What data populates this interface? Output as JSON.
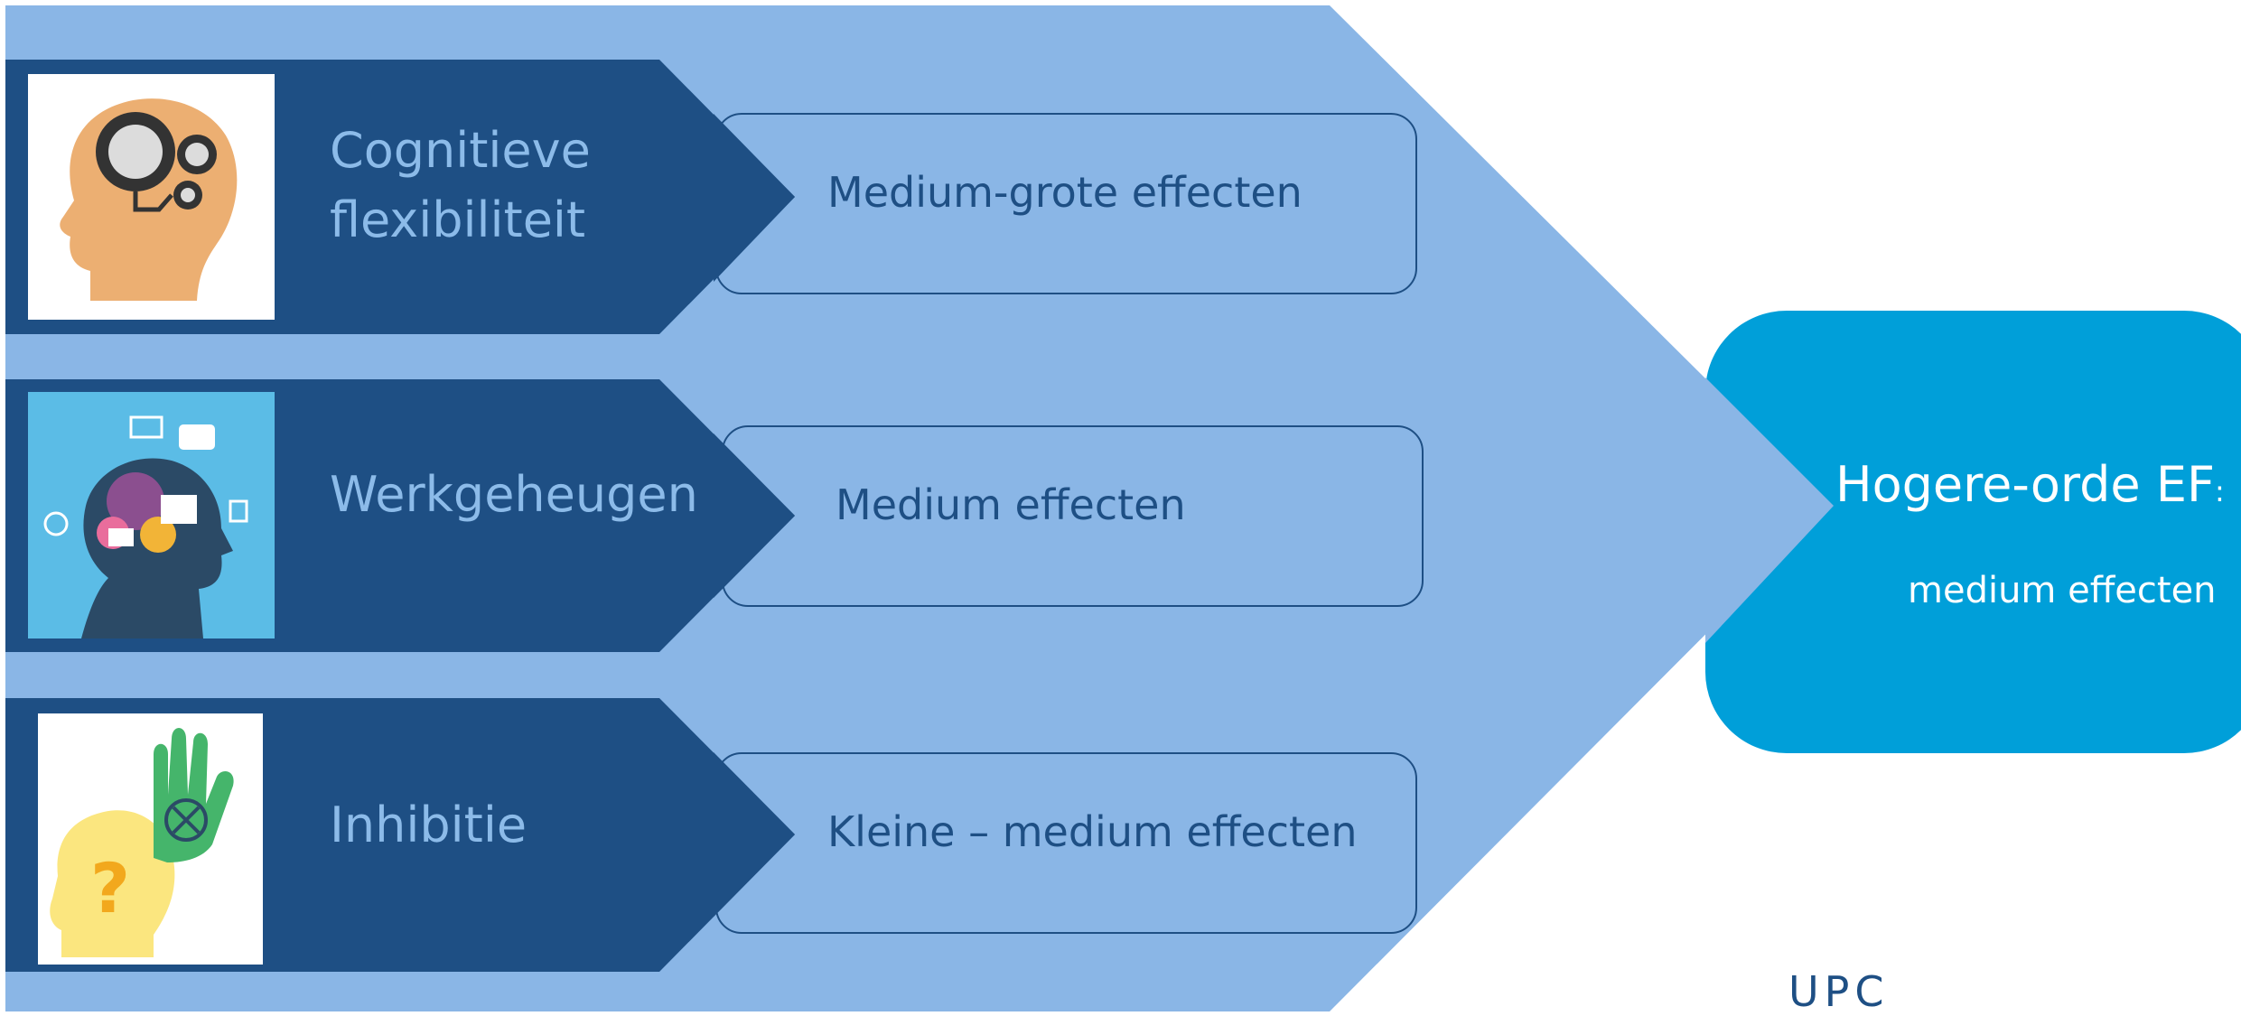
{
  "rows": [
    {
      "label": "Cognitieve flexibiliteit",
      "effect": "Medium-grote effecten",
      "icon": "head-gears-icon"
    },
    {
      "label": "Werkgeheugen",
      "effect": "Medium effecten",
      "icon": "head-working-memory-icon"
    },
    {
      "label": "Inhibitie",
      "effect": "Kleine – medium effecten",
      "icon": "head-stop-hand-icon"
    }
  ],
  "result": {
    "title": "Hogere-orde EF",
    "colon": ":",
    "subtitle": "medium effecten"
  },
  "logo": "UPC",
  "colors": {
    "big_arrow": "#8ab6e6",
    "row_chevron": "#1e4f84",
    "label_text": "#8cbbe9",
    "effect_text": "#1e4f84",
    "result_box": "#009fd9",
    "result_text": "#ffffff"
  }
}
